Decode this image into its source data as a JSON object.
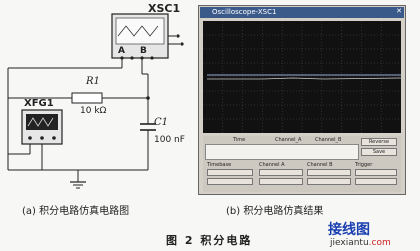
{
  "schematic": {
    "scope_title": "XSC1",
    "scope_channel_a": "A",
    "scope_channel_b": "B",
    "generator_title": "XFG1",
    "resistor_name": "R1",
    "resistor_value": "10 kΩ",
    "capacitor_name": "C1",
    "capacitor_value": "100 nF"
  },
  "oscilloscope": {
    "window_title": "Oscilloscope-XSC1",
    "panel_labels": {
      "time": "Time",
      "channel_a": "Channel_A",
      "channel_b": "Channel_B",
      "reverse": "Reverse",
      "save": "Save",
      "timebase": "Timebase",
      "channel_a_section": "Channel A",
      "channel_b_section": "Channel B",
      "trigger": "Trigger"
    }
  },
  "captions": {
    "sub_a": "(a) 积分电路仿真电路图",
    "sub_b": "(b) 积分电路仿真结果",
    "figure": "图 2   积分电路"
  },
  "watermark": {
    "brand": "接线图",
    "site": "jiexiantu",
    "suffix": ".com"
  }
}
